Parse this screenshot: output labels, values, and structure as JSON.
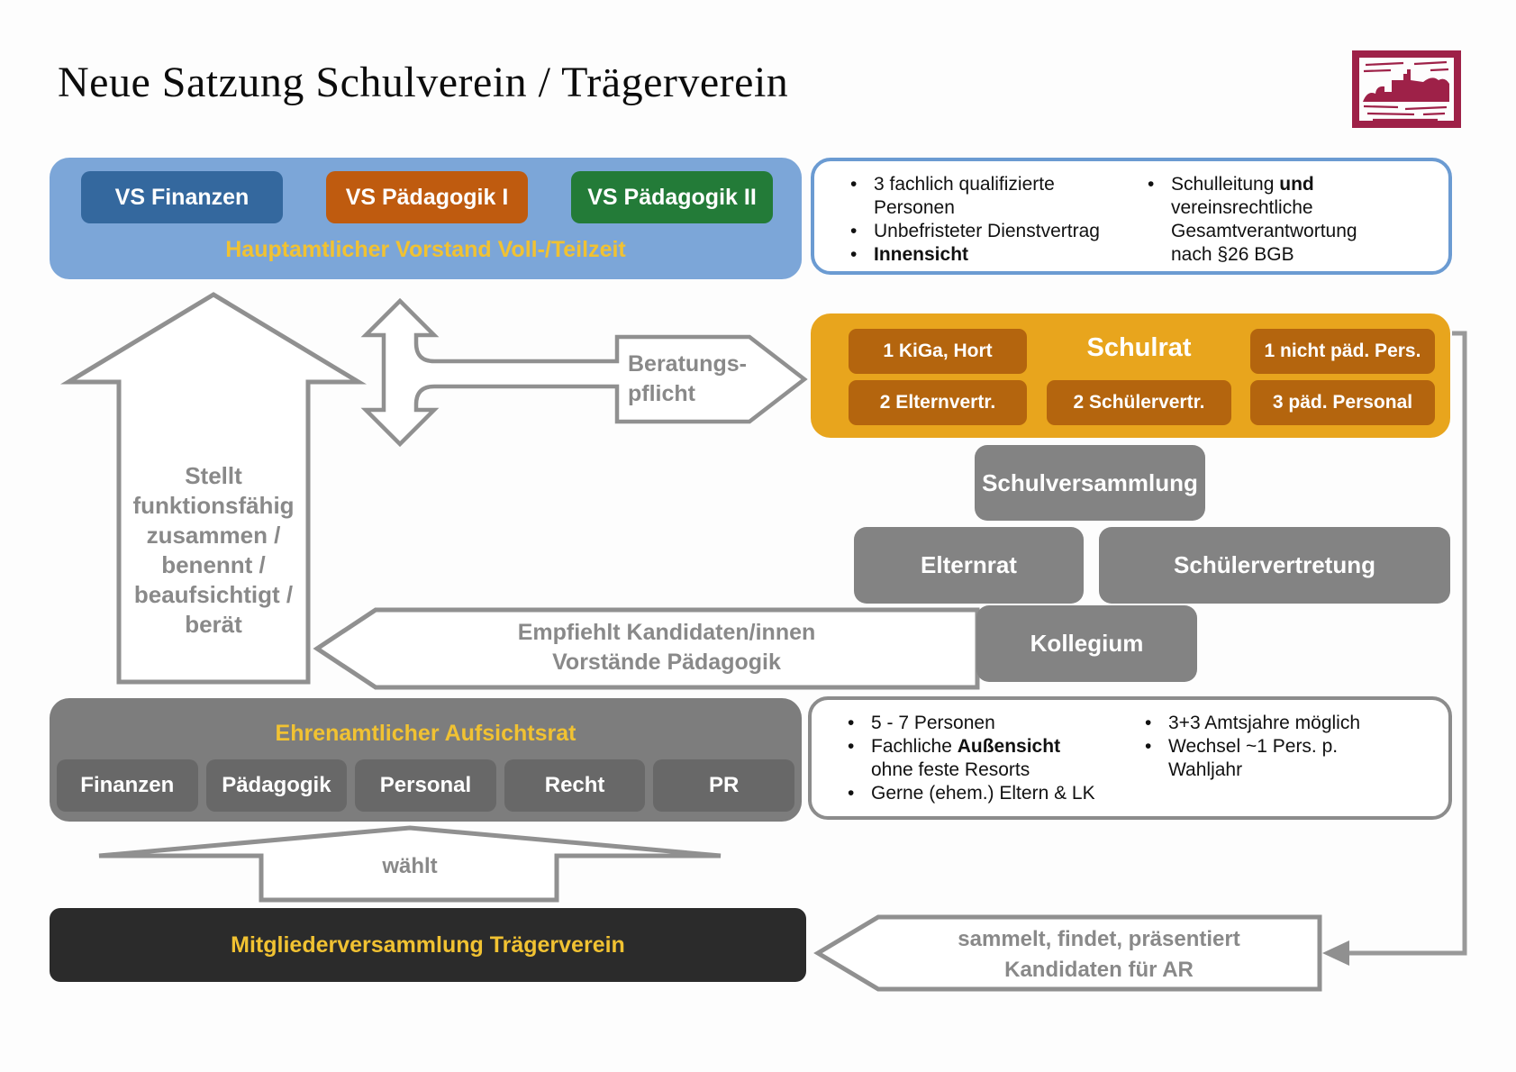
{
  "slide_title": "Neue Satzung Schulverein / Trägerverein",
  "colors": {
    "container_blue": "#7CA6D8",
    "box_blue": "#34689E",
    "box_orange": "#BF5B0F",
    "box_green": "#237B38",
    "accent_yellow": "#F1C232",
    "schulrat_gold": "#E8A51D",
    "schulrat_cell_brown": "#B4650E",
    "gray_box": "#838383",
    "gray_container": "#7D7D7D",
    "gray_subbox": "#686868",
    "dark_box": "#2B2B2B",
    "arrow_outline_gray": "#909090",
    "note_border_blue": "#6B9BD2",
    "note_border_gray": "#8C8C8C",
    "logo_maroon": "#9E2148"
  },
  "vorstand": {
    "label": "Hauptamtlicher Vorstand Voll-/Teilzeit",
    "boxes": [
      "VS Finanzen",
      "VS Pädagogik I",
      "VS Pädagogik II"
    ]
  },
  "vorstand_note": {
    "b1_l1": "3 fachlich qualifizierte",
    "b1_l2": "Personen",
    "b2": "Unbefristeter Dienstvertrag",
    "b3": "Innensicht",
    "b4_pre": "Schulleitung ",
    "b4_bold": "und",
    "b4_l2": "vereinsrechtliche",
    "b4_l3": "Gesamtverantwortung",
    "b4_l4": "nach §26 BGB"
  },
  "beratungspflicht_arrow": {
    "line1": "Beratungs-",
    "line2": "pflicht"
  },
  "schulrat": {
    "title": "Schulrat",
    "cells": [
      "1 KiGa, Hort",
      "1 nicht päd. Pers.",
      "2 Elternvertr.",
      "2 Schülervertr.",
      "3 päd. Personal"
    ]
  },
  "gremien": {
    "schulversammlung": "Schulversammlung",
    "elternrat": "Elternrat",
    "schuelervertretung": "Schülervertretung",
    "kollegium": "Kollegium"
  },
  "stellt_arrow": {
    "lines": [
      "Stellt",
      "funktionsfähig",
      "zusammen /",
      "benennt /",
      "beaufsichtigt /",
      "berät"
    ]
  },
  "empfiehlt_arrow": {
    "line1": "Empfiehlt Kandidaten/innen",
    "line2": "Vorstände Pädagogik"
  },
  "aufsichtsrat": {
    "label": "Ehrenamtlicher Aufsichtsrat",
    "boxes": [
      "Finanzen",
      "Pädagogik",
      "Personal",
      "Recht",
      "PR"
    ]
  },
  "aufsichtsrat_note": {
    "b1": "5 - 7 Personen",
    "b2_pre": "Fachliche ",
    "b2_bold": "Außensicht",
    "b2_l2": "ohne feste Resorts",
    "b3": "Gerne (ehem.) Eltern & LK",
    "c1": "3+3 Amtsjahre möglich",
    "c2_l1": "Wechsel ~1 Pers. p.",
    "c2_l2": "Wahljahr"
  },
  "waehlt_arrow": {
    "label": "wählt"
  },
  "mitgliederversammlung": {
    "label": "Mitgliederversammlung Trägerverein"
  },
  "sammelt_arrow": {
    "line1": "sammelt, findet, präsentiert",
    "line2": "Kandidaten für AR"
  }
}
